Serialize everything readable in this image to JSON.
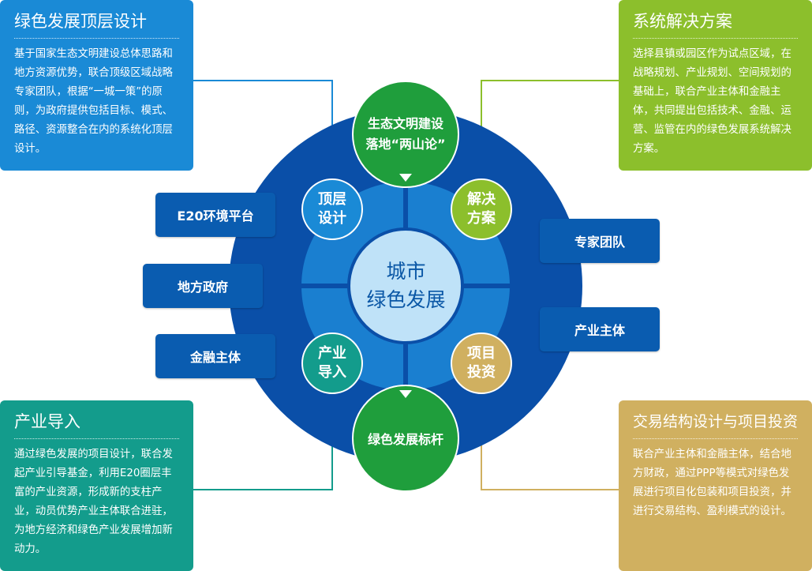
{
  "center": {
    "line1": "城市",
    "line2": "绿色发展"
  },
  "top_circle": {
    "line1": "生态文明建设",
    "line2": "落地“两山论”"
  },
  "bottom_circle": {
    "label": "绿色发展标杆"
  },
  "quadrants": {
    "top_left": {
      "line1": "顶层",
      "line2": "设计",
      "color": "#1a8ad6"
    },
    "top_right": {
      "line1": "解决",
      "line2": "方案",
      "color": "#8cbf2c"
    },
    "bottom_left": {
      "line1": "产业",
      "line2": "导入",
      "color": "#139c8c"
    },
    "bottom_right": {
      "line1": "项目",
      "line2": "投资",
      "color": "#d0b060"
    }
  },
  "left_tags": [
    "E20环境平台",
    "地方政府",
    "金融主体"
  ],
  "right_tags": [
    "专家团队",
    "产业主体"
  ],
  "cards": {
    "top_left": {
      "title": "绿色发展顶层设计",
      "body": "基于国家生态文明建设总体思路和地方资源优势，联合顶级区域战略专家团队，根据“一城一策”的原则，为政府提供包括目标、模式、路径、资源整合在内的系统化顶层设计。"
    },
    "top_right": {
      "title": "系统解决方案",
      "body": "选择县镇或园区作为试点区域，在战略规划、产业规划、空间规划的基础上，联合产业主体和金融主体，共同提出包括技术、金融、运营、监管在内的绿色发展系统解决方案。"
    },
    "bottom_left": {
      "title": "产业导入",
      "body": "通过绿色发展的项目设计，联合发起产业引导基金，利用E20圈层丰富的产业资源，形成新的支柱产业，动员优势产业主体联合进驻，为地方经济和绿色产业发展增加新动力。"
    },
    "bottom_right": {
      "title": "交易结构设计与项目投资",
      "body": "联合产业主体和金融主体，结合地方财政，通过PPP等模式对绿色发展进行项目化包装和项目投资，并进行交易结构、盈利模式的设计。"
    }
  },
  "colors": {
    "outer_ring": "#0a4fa8",
    "inner_disc": "#1a7fd0",
    "center": "#bfe2f8",
    "green_circle": "#1f9e3c",
    "tag": "#0a5cb0"
  }
}
